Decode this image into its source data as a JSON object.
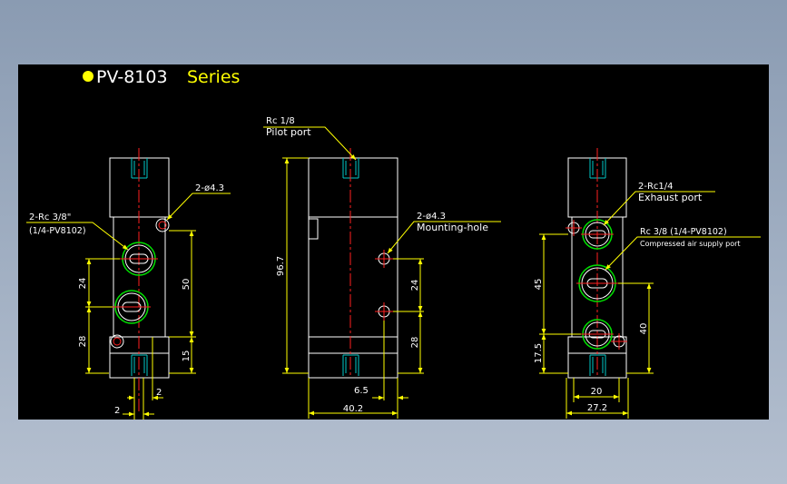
{
  "title": {
    "model": "PV-8103",
    "series": "Series",
    "bullet_color": "#ffff00",
    "model_color": "#ffffff",
    "series_color": "#ffff00"
  },
  "colors": {
    "canvas": "#000000",
    "outline": "#ffffff",
    "dimension": "#ffff00",
    "centerline": "#ff2020",
    "port_ring": "#00e000",
    "thread": "#00c8c8",
    "background_top": "#8a9bb2",
    "background_bottom": "#b4bfcf"
  },
  "left_view": {
    "hole_callout": "2-ø4.3",
    "port_callout": "2-Rc 3/8\"",
    "port_callout_note": "(1/4-PV8102)",
    "dim_24": "24",
    "dim_28": "28",
    "dim_50": "50",
    "dim_15": "15",
    "dim_2_top": "2",
    "dim_2_bottom": "2"
  },
  "middle_view": {
    "pilot_callout": "Rc 1/8",
    "pilot_label": "Pilot port",
    "hole_callout": "2-ø4.3",
    "hole_label": "Mounting-hole",
    "dim_height": "96.7",
    "dim_24": "24",
    "dim_28": "28",
    "dim_6_5": "6.5",
    "dim_width": "40.2"
  },
  "right_view": {
    "exhaust_callout": "2-Rc1/4",
    "exhaust_label": "Exhaust port",
    "supply_callout": "Rc 3/8 (1/4-PV8102)",
    "supply_label": "Compressed air supply port",
    "dim_45": "45",
    "dim_17_5": "17.5",
    "dim_40": "40",
    "dim_20": "20",
    "dim_27_2": "27.2"
  }
}
